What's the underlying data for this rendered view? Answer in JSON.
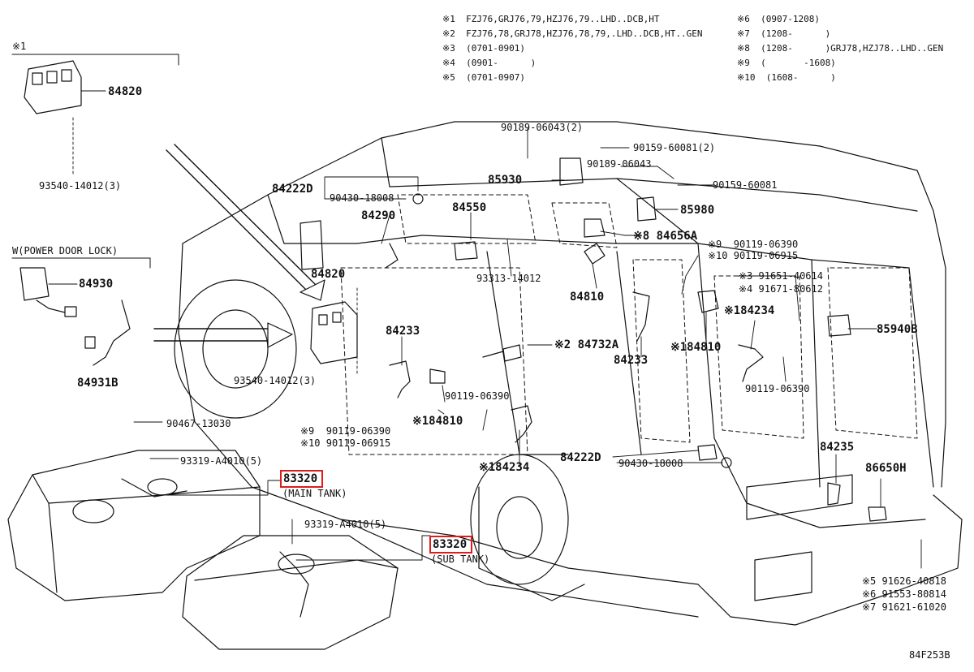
{
  "notes": [
    {
      "mark": "※1",
      "text": "FZJ76,GRJ76,79,HZJ76,79..LHD..DCB,HT"
    },
    {
      "mark": "※2",
      "text": "FZJ76,78,GRJ78,HZJ76,78,79,.LHD..DCB,HT..GEN"
    },
    {
      "mark": "※3",
      "text": "(0701-0901)"
    },
    {
      "mark": "※4",
      "text": "(0901-      )"
    },
    {
      "mark": "※5",
      "text": "(0701-0907)"
    },
    {
      "mark": "※6",
      "text": "(0907-1208)"
    },
    {
      "mark": "※7",
      "text": "(1208-      )"
    },
    {
      "mark": "※8",
      "text": "(1208-      )GRJ78,HZJ78..LHD..GEN"
    },
    {
      "mark": "※9",
      "text": "(       -1608)"
    },
    {
      "mark": "※10",
      "text": "(1608-      )"
    }
  ],
  "callouts": {
    "c1": "※1",
    "c84820a": "84820",
    "c93540a": "93540-14012(3)",
    "wpdl": "W(POWER DOOR LOCK)",
    "c84930": "84930",
    "c84931b": "84931B",
    "c84222d_a": "84222D",
    "c90430a": "90430-18008",
    "c84290": "84290",
    "c84820b": "84820",
    "c93540b": "93540-14012(3)",
    "c90189a": "90189-06043(2)",
    "c90159a": "90159-60081(2)",
    "c85930": "85930",
    "c84550": "84550",
    "c93313": "93313-14012",
    "c90189b": "90189-06043",
    "c90159b": "90159-60081",
    "c85980": "85980",
    "c84656a": "※8 84656A",
    "c84810a": "84810",
    "c90119_9": "※9  90119-06390",
    "c90119_10": "※10 90119-06915",
    "c91651": "※3 91651-40614",
    "c91671": "※4 91671-80612",
    "c84234a": "※184234",
    "c85940b": "85940B",
    "c84732a": "※2 84732A",
    "c84233a": "84233",
    "c84233b": "84233",
    "c84810b": "※184810",
    "c90119c": "90119-06390",
    "c90119d": "90119-06390",
    "c84810c": "※184810",
    "c90467": "90467-13030",
    "c90119_9b": "※9  90119-06390",
    "c90119_10b": "※10 90119-06915",
    "c93319a": "93319-A4010(5)",
    "c83320a": "83320",
    "main_tank": "(MAIN TANK)",
    "c84222d_b": "84222D",
    "c90430b": "90430-18008",
    "c84234b": "※184234",
    "c84235": "84235",
    "c86650h": "86650H",
    "c93319b": "93319-A4010(5)",
    "c83320b": "83320",
    "sub_tank": "(SUB TANK)",
    "c91626": "※5 91626-40818",
    "c91553": "※6 91553-80814",
    "c91621": "※7 91621-61020",
    "ref": "84F253B"
  },
  "colors": {
    "highlight": "#e01b1b",
    "ink": "#111111"
  }
}
